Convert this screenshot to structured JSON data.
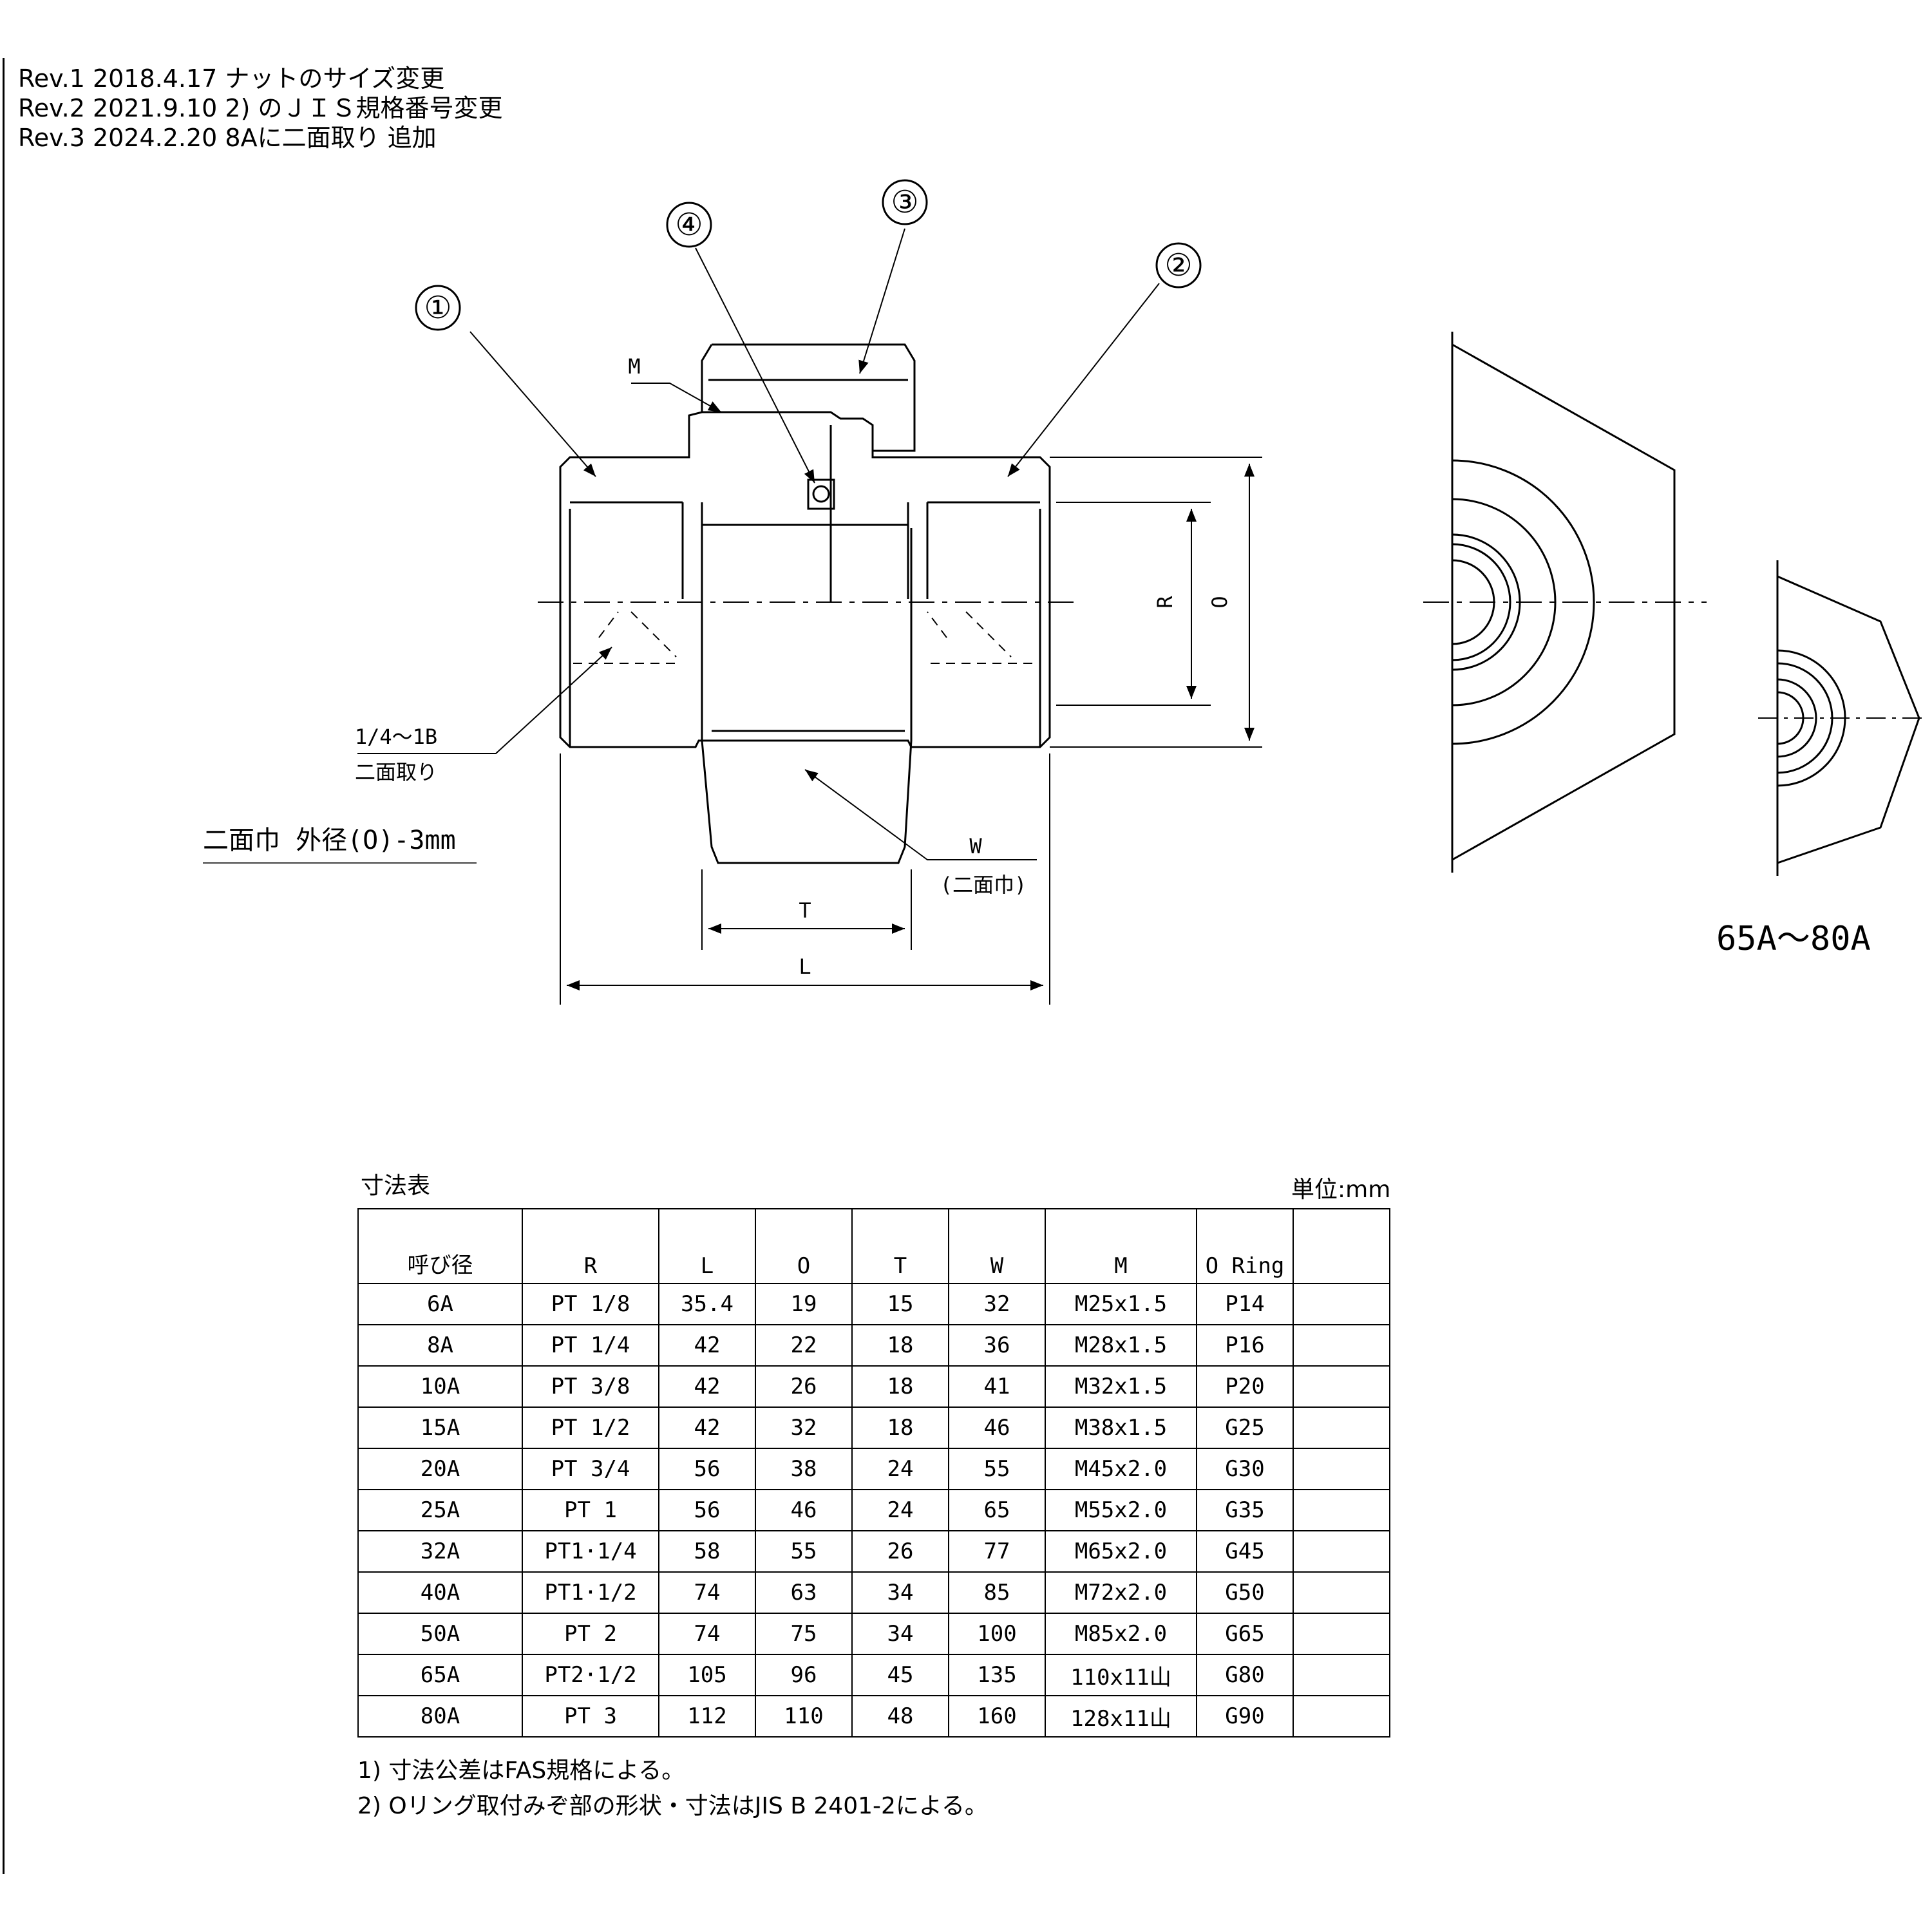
{
  "revisions": [
    "Rev.1  2018.4.17  ナットのサイズ変更",
    "Rev.2  2021.9.10  2) のＪＩＳ規格番号変更",
    "Rev.3  2024.2.20  8Aに二面取り  追加"
  ],
  "drawing": {
    "balloons": [
      "①",
      "④",
      "③",
      "②"
    ],
    "label_m": "M",
    "label_r": "R",
    "label_o": "O",
    "label_t": "T",
    "label_l": "L",
    "label_w": "W",
    "label_w_sub": "(二面巾)",
    "chamfer_note_size": "1/4～1B",
    "chamfer_note_text": "二面取り",
    "flat_width_note": "二面巾  外径(O)-3mm",
    "side_view_caption": "65A～80A"
  },
  "table": {
    "title": "寸法表",
    "unit": "単位:mm",
    "headers": [
      "呼び径",
      "R",
      "L",
      "O",
      "T",
      "W",
      "M",
      "O Ring",
      ""
    ],
    "rows": [
      [
        "6A",
        "PT 1/8",
        "35.4",
        "19",
        "15",
        "32",
        "M25x1.5",
        "P14",
        ""
      ],
      [
        "8A",
        "PT 1/4",
        "42",
        "22",
        "18",
        "36",
        "M28x1.5",
        "P16",
        ""
      ],
      [
        "10A",
        "PT 3/8",
        "42",
        "26",
        "18",
        "41",
        "M32x1.5",
        "P20",
        ""
      ],
      [
        "15A",
        "PT 1/2",
        "42",
        "32",
        "18",
        "46",
        "M38x1.5",
        "G25",
        ""
      ],
      [
        "20A",
        "PT 3/4",
        "56",
        "38",
        "24",
        "55",
        "M45x2.0",
        "G30",
        ""
      ],
      [
        "25A",
        "PT  1",
        "56",
        "46",
        "24",
        "65",
        "M55x2.0",
        "G35",
        ""
      ],
      [
        "32A",
        "PT1·1/4",
        "58",
        "55",
        "26",
        "77",
        "M65x2.0",
        "G45",
        ""
      ],
      [
        "40A",
        "PT1·1/2",
        "74",
        "63",
        "34",
        "85",
        "M72x2.0",
        "G50",
        ""
      ],
      [
        "50A",
        "PT  2",
        "74",
        "75",
        "34",
        "100",
        "M85x2.0",
        "G65",
        ""
      ],
      [
        "65A",
        "PT2·1/2",
        "105",
        "96",
        "45",
        "135",
        "110x11山",
        "G80",
        ""
      ],
      [
        "80A",
        "PT  3",
        "112",
        "110",
        "48",
        "160",
        "128x11山",
        "G90",
        ""
      ]
    ]
  },
  "notes": [
    "1) 寸法公差はFAS規格による。",
    "2) Oリング取付みぞ部の形状・寸法はJIS B 2401-2による。"
  ]
}
